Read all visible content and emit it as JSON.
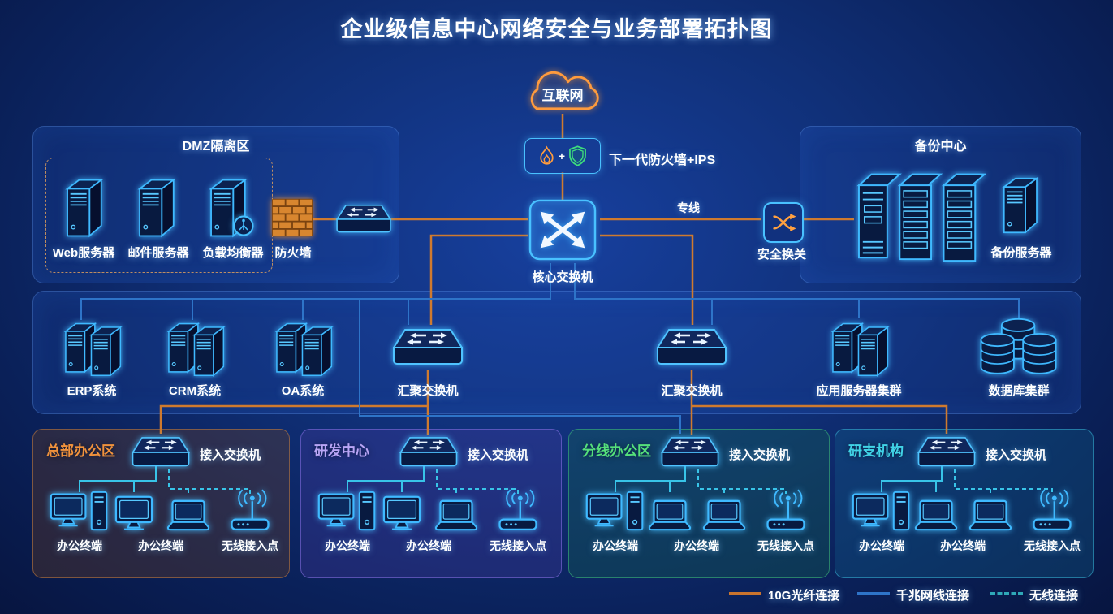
{
  "title": "企业级信息中心网络安全与业务部署拓扑图",
  "internet": {
    "label": "互联网"
  },
  "ngfw": {
    "label": "下一代防火墙+IPS",
    "plus": "+"
  },
  "core_switch": {
    "label": "核心交换机"
  },
  "links": {
    "dedicated_line": "专线"
  },
  "dmz": {
    "title": "DMZ隔离区",
    "servers": [
      "Web服务器",
      "邮件服务器",
      "负载均衡器"
    ],
    "firewall": "防火墙"
  },
  "backup": {
    "title": "备份中心",
    "gateway": "安全换关",
    "server": "备份服务器"
  },
  "core_layer": {
    "systems": [
      "ERP系统",
      "CRM系统",
      "OA系统"
    ],
    "aggregation_switch": "汇聚交换机",
    "app_cluster": "应用服务器集群",
    "db_cluster": "数据库集群"
  },
  "zones": [
    {
      "title": "总部办公区",
      "accent": "#f0923c"
    },
    {
      "title": "研发中心",
      "accent": "#b9a5f5"
    },
    {
      "title": "分线办公区",
      "accent": "#55e07a"
    },
    {
      "title": "研支机构",
      "accent": "#41d3e6"
    }
  ],
  "zone_common": {
    "access_switch": "接入交换机",
    "terminal": "办公终端",
    "wireless_ap": "无线接入点"
  },
  "legend": [
    {
      "label": "10G光纤连接",
      "color": "#c9742e",
      "style": "solid"
    },
    {
      "label": "千兆网线连接",
      "color": "#2e74c8",
      "style": "solid"
    },
    {
      "label": "无线连接",
      "color": "#2fa8b8",
      "style": "dashed"
    }
  ]
}
